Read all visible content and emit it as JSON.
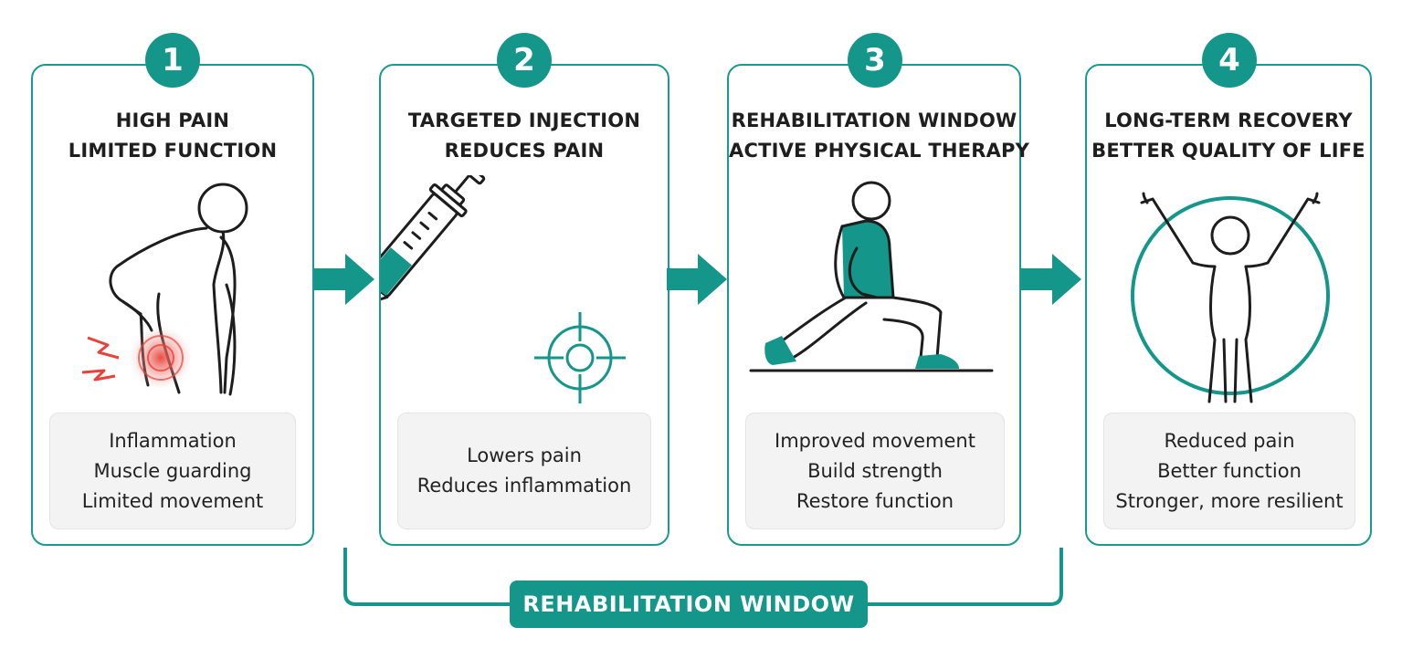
{
  "steps": [
    {
      "number": "1",
      "title": [
        "HIGH PAIN",
        "LIMITED FUNCTION"
      ],
      "points": [
        "Inflammation",
        "Muscle guarding",
        "Limited movement"
      ],
      "icon": "person-back-pain-icon"
    },
    {
      "number": "2",
      "title": [
        "TARGETED INJECTION",
        "REDUCES PAIN"
      ],
      "points": [
        "Lowers pain",
        "Reduces inflammation"
      ],
      "icon": "syringe-target-icon"
    },
    {
      "number": "3",
      "title": [
        "REHABILITATION WINDOW",
        "ACTIVE PHYSICAL THERAPY"
      ],
      "points": [
        "Improved movement",
        "Build strength",
        "Restore function"
      ],
      "icon": "lunge-exercise-icon"
    },
    {
      "number": "4",
      "title": [
        "LONG-TERM RECOVERY",
        "BETTER QUALITY OF LIFE"
      ],
      "points": [
        "Reduced pain",
        "Better function",
        "Stronger, more resilient"
      ],
      "icon": "arms-raised-person-icon"
    }
  ],
  "window_label": "REHABILITATION WINDOW",
  "colors": {
    "accent": "#14968b",
    "pain": "#e8423a",
    "box_fill": "#f3f3f3"
  }
}
